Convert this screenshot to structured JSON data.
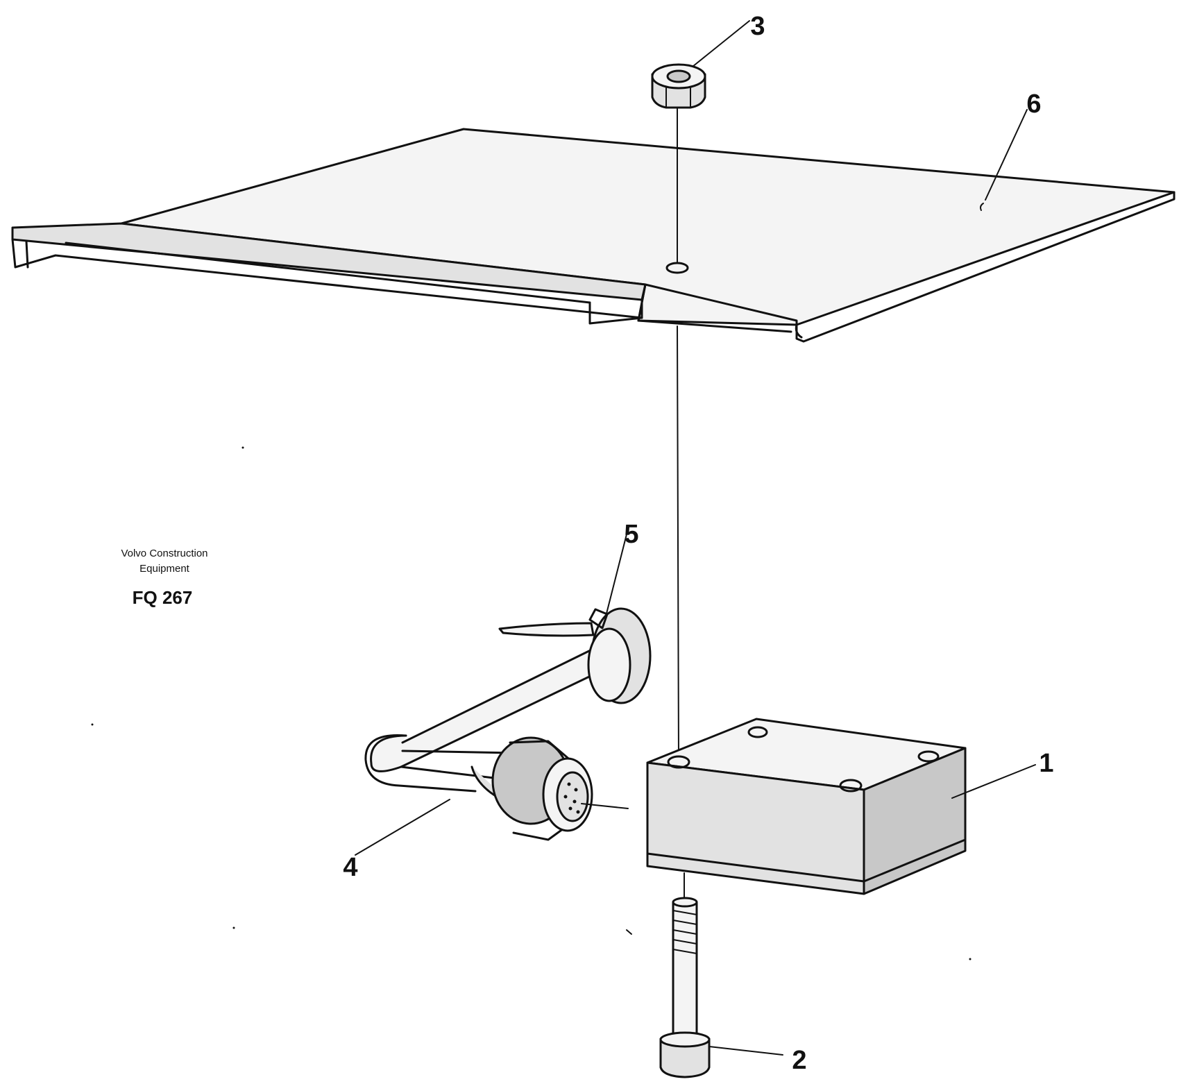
{
  "caption": {
    "line1": "Volvo Construction",
    "line2": "Equipment",
    "code": "FQ 267"
  },
  "callouts": {
    "part1": "1",
    "part2": "2",
    "part3": "3",
    "part4": "4",
    "part5": "5",
    "part6": "6"
  },
  "colors": {
    "ink": "#111111",
    "background": "#ffffff"
  }
}
